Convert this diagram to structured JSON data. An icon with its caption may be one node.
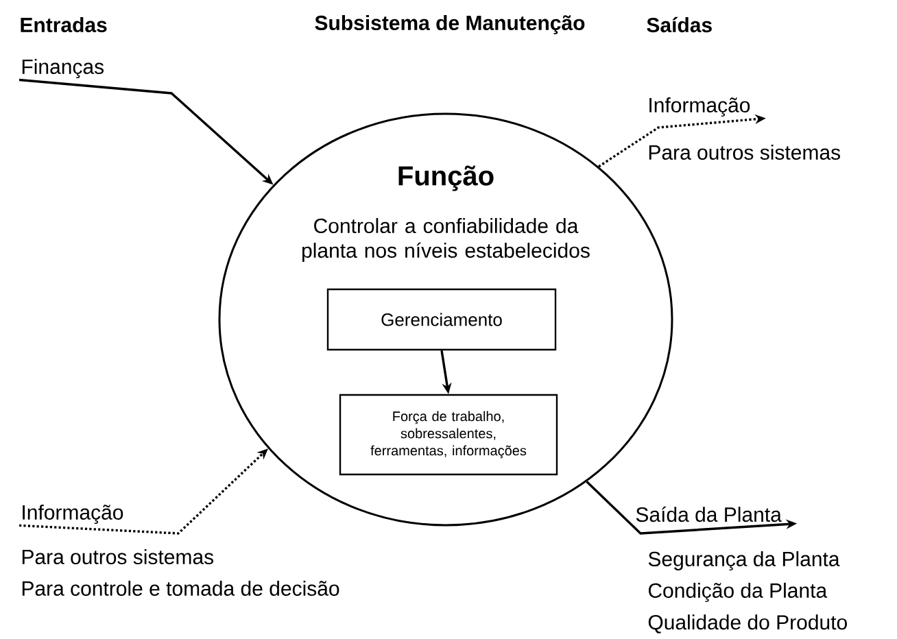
{
  "diagram": {
    "title": "Subsistema de Manutenção",
    "nodes": [
      {
        "text": [
          "Função",
          "Controlar a confiabilidade da planta nos níveis estabelecidos"
        ]
      },
      {
        "text": [
          "Gerenciamento"
        ],
        "in": 0
      },
      {
        "text": [
          "Força de trabalho, sobressalentes, ferramentas, informações"
        ],
        "in": 0
      },
      {
        "text": [
          "Finanças"
        ]
      },
      {
        "text": [
          "Informação"
        ],
        "beside": [
          "Para outros sistemas"
        ]
      },
      {
        "text": [
          "Informação"
        ],
        "beside": [
          "Para outros sistemas",
          "Para controle e tomada de decisão"
        ]
      },
      {
        "text": [
          "Saída da Planta"
        ],
        "beside": [
          "Segurança da Planta",
          "Condição da Planta",
          "Qualidade do Produto"
        ]
      }
    ],
    "edges": [
      {
        "from": 3,
        "to": 0,
        "arrow": "to"
      },
      {
        "from": 0,
        "to": 4,
        "arrow": "to",
        "style": "dashed"
      },
      {
        "from": 1,
        "to": 2,
        "arrow": "to"
      },
      {
        "from": 5,
        "to": 0,
        "arrow": "to",
        "style": "dashed"
      },
      {
        "from": 0,
        "to": 6,
        "arrow": "to"
      }
    ],
    "labels": [
      "Entradas",
      "Saídas"
    ]
  }
}
